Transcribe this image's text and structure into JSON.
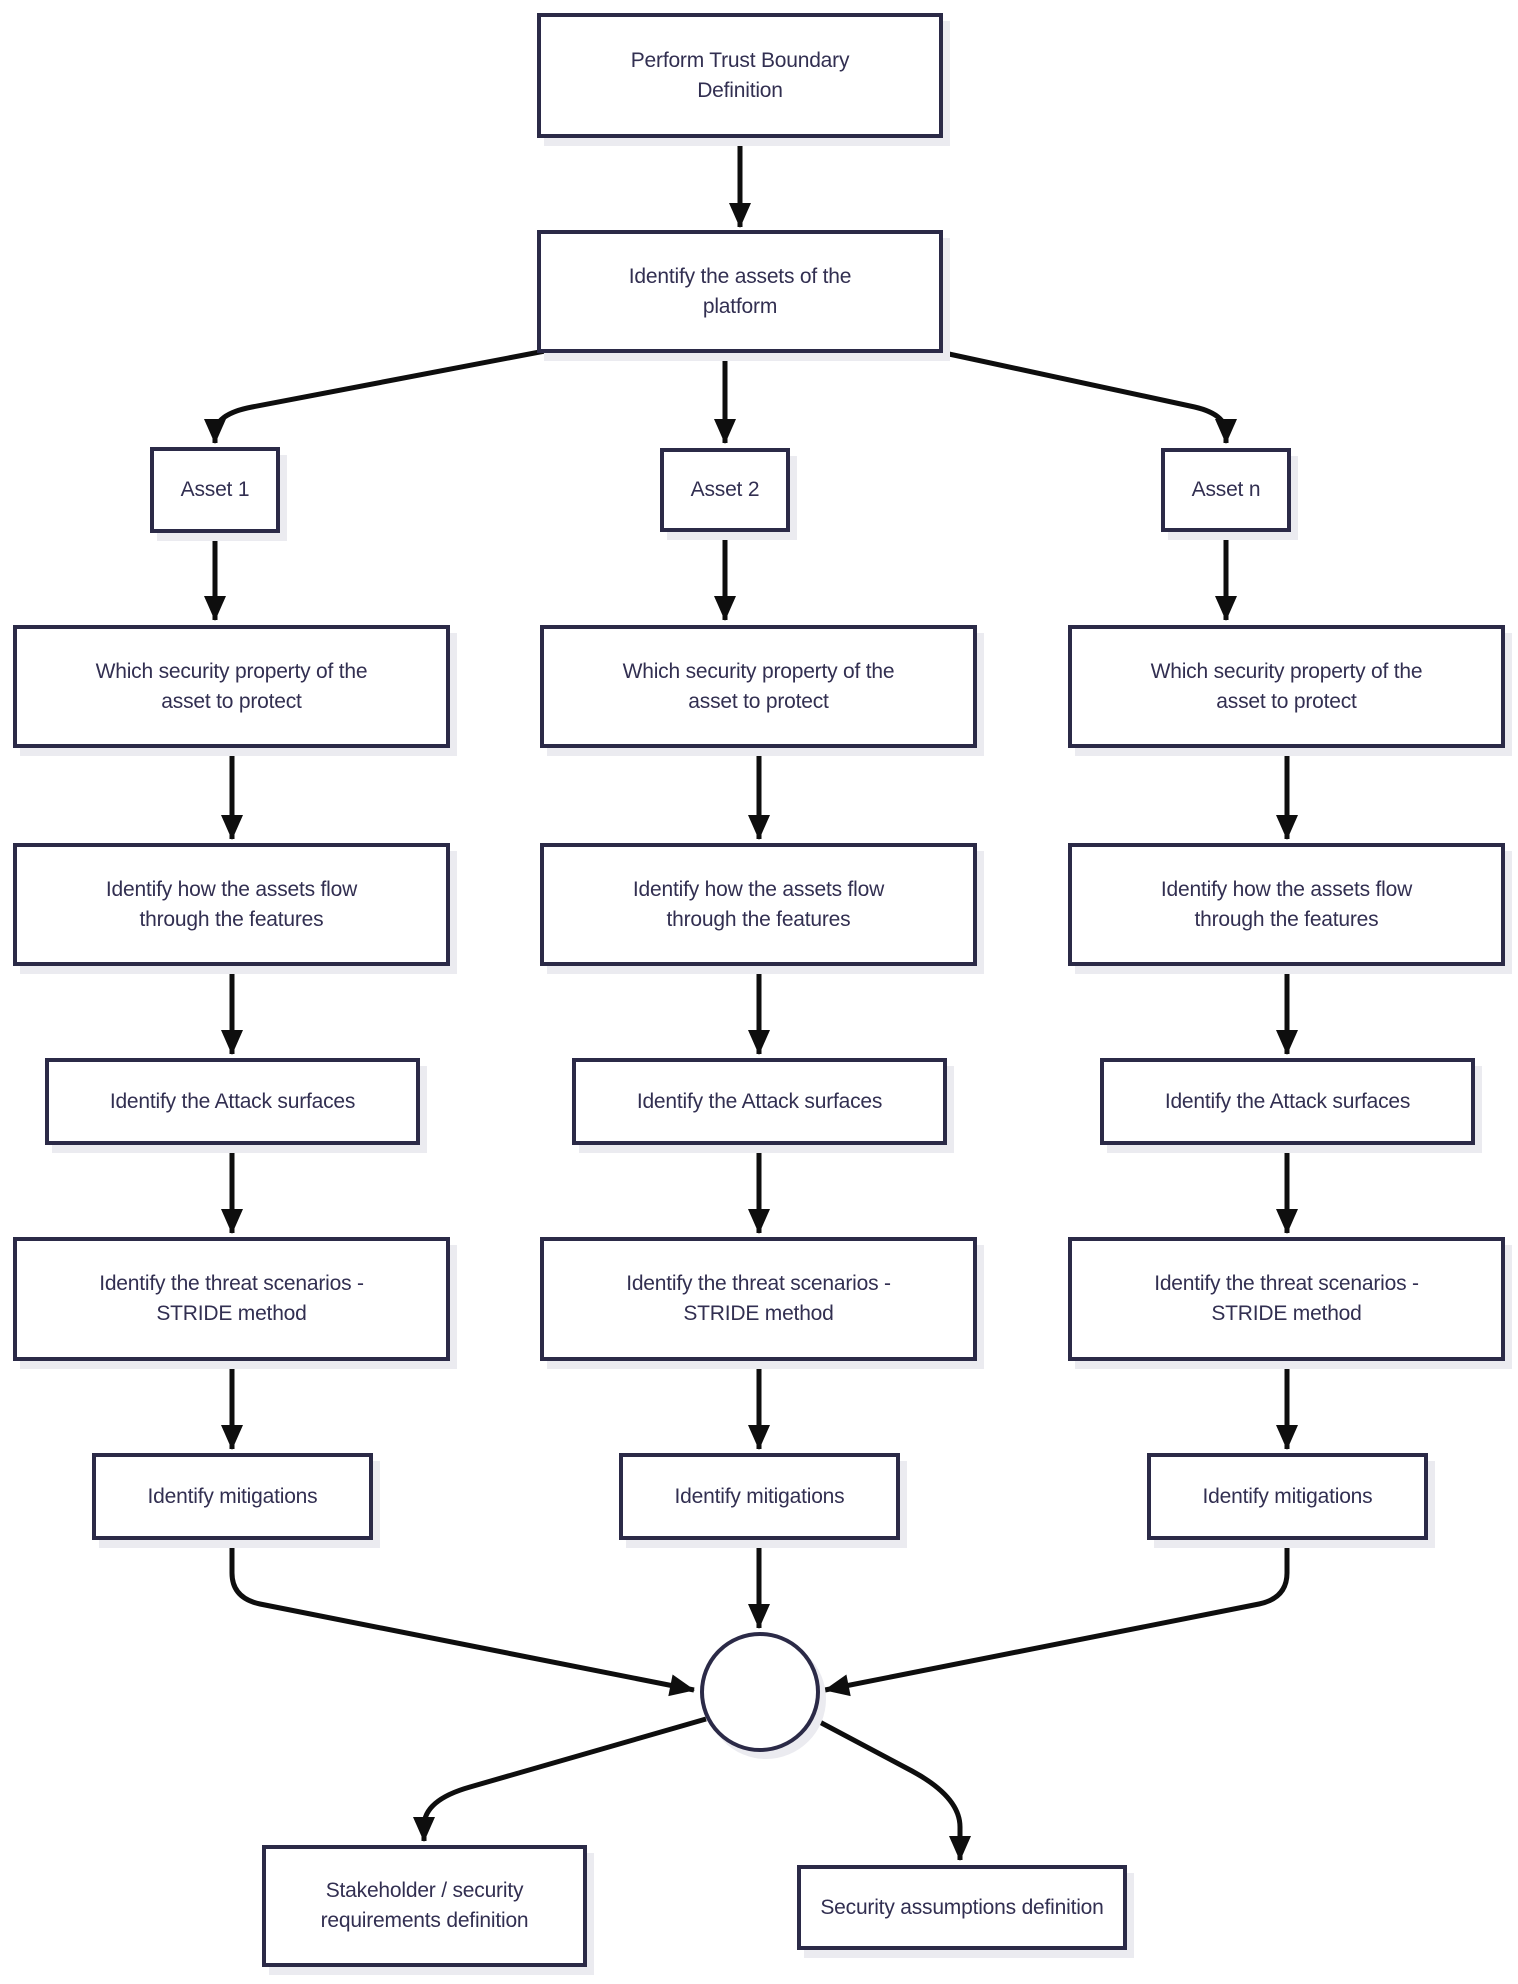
{
  "diagram": {
    "start": {
      "label": "Perform Trust Boundary\nDefinition"
    },
    "identify_assets": {
      "label": "Identify the assets of the\nplatform"
    },
    "branches": [
      {
        "asset_label": "Asset 1",
        "steps": [
          "Which security property of the\nasset to protect",
          "Identify how the assets flow\nthrough the features",
          "Identify the Attack surfaces",
          "Identify the threat scenarios -\nSTRIDE method",
          "Identify mitigations"
        ]
      },
      {
        "asset_label": "Asset 2",
        "steps": [
          "Which security property of the\nasset to protect",
          "Identify how the assets flow\nthrough the features",
          "Identify the Attack surfaces",
          "Identify the threat scenarios -\nSTRIDE method",
          "Identify mitigations"
        ]
      },
      {
        "asset_label": "Asset n",
        "steps": [
          "Which security property of the\nasset to protect",
          "Identify how the assets flow\nthrough the features",
          "Identify the Attack surfaces",
          "Identify the threat scenarios -\nSTRIDE method",
          "Identify mitigations"
        ]
      }
    ],
    "join_node": {
      "shape": "circle",
      "label": ""
    },
    "outputs": [
      {
        "label": "Stakeholder / security\nrequirements definition"
      },
      {
        "label": "Security assumptions definition"
      }
    ],
    "edges": [
      [
        "trust_boundary",
        "identify_assets"
      ],
      [
        "identify_assets",
        "asset_1"
      ],
      [
        "identify_assets",
        "asset_2"
      ],
      [
        "identify_assets",
        "asset_n"
      ],
      [
        "asset_1",
        "security_property_1"
      ],
      [
        "asset_2",
        "security_property_2"
      ],
      [
        "asset_n",
        "security_property_3"
      ],
      [
        "security_property_1",
        "assets_flow_1"
      ],
      [
        "security_property_2",
        "assets_flow_2"
      ],
      [
        "security_property_3",
        "assets_flow_3"
      ],
      [
        "assets_flow_1",
        "attack_surfaces_1"
      ],
      [
        "assets_flow_2",
        "attack_surfaces_2"
      ],
      [
        "assets_flow_3",
        "attack_surfaces_3"
      ],
      [
        "attack_surfaces_1",
        "threat_scenarios_1"
      ],
      [
        "attack_surfaces_2",
        "threat_scenarios_2"
      ],
      [
        "attack_surfaces_3",
        "threat_scenarios_3"
      ],
      [
        "threat_scenarios_1",
        "mitigations_1"
      ],
      [
        "threat_scenarios_2",
        "mitigations_2"
      ],
      [
        "threat_scenarios_3",
        "mitigations_3"
      ],
      [
        "mitigations_1",
        "join_circle"
      ],
      [
        "mitigations_2",
        "join_circle"
      ],
      [
        "mitigations_3",
        "join_circle"
      ],
      [
        "join_circle",
        "stakeholder_security_requirements_definition"
      ],
      [
        "join_circle",
        "security_assumptions_definition"
      ]
    ]
  },
  "colors": {
    "box_border": "#2b2a47",
    "box_background": "#ffffff",
    "text": "#322f51",
    "arrow": "#0e0e0e",
    "shadow": "#ebebf0",
    "page_background": "#ffffff"
  }
}
